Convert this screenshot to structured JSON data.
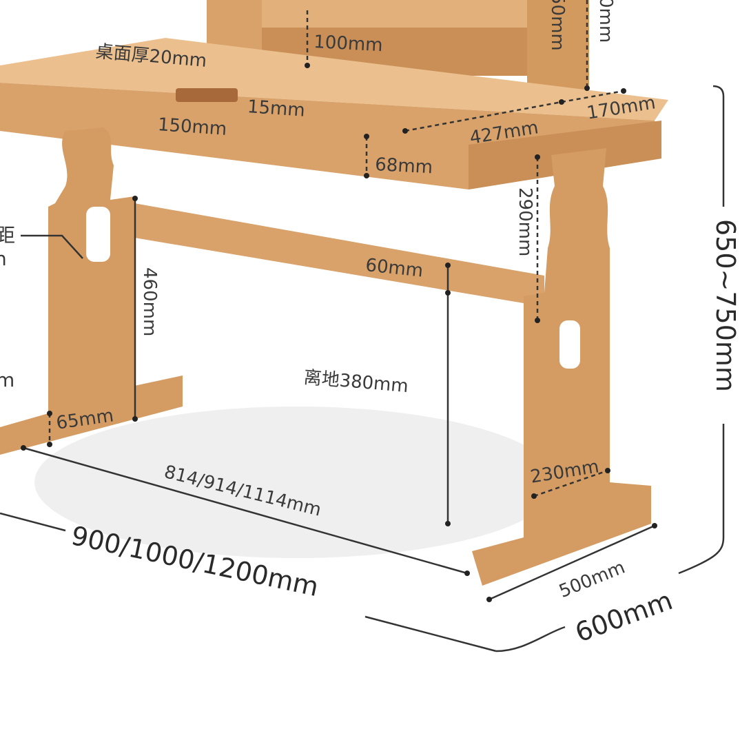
{
  "colors": {
    "wood": "#d9a26a",
    "wood_dark": "#c0854c",
    "wood_light": "#ebc08e",
    "line": "#333333",
    "floor": "#ececec"
  },
  "labels": {
    "top_thickness": "桌面厚20mm",
    "shelf_gap": "100mm",
    "shelf_height_partial": "50mm",
    "shelf_height_right_partial": "0mm",
    "handle_depth": "15mm",
    "handle_width": "150mm",
    "drawer_depth": "427mm",
    "top_overhang": "170mm",
    "drawer_height": "68mm",
    "leg_upper": "290mm",
    "left_note_partial_1": "距",
    "left_note_partial_2": "n",
    "left_note_partial_3": "m",
    "leg_lower": "460mm",
    "bar_height": "60mm",
    "bar_clearance": "离地380mm",
    "foot_height": "65mm",
    "leg_width": "230mm",
    "inner_width": "814/914/1114mm",
    "total_width": "900/1000/1200mm",
    "foot_depth": "500mm",
    "total_depth": "600mm",
    "total_height": "650~750mm"
  }
}
